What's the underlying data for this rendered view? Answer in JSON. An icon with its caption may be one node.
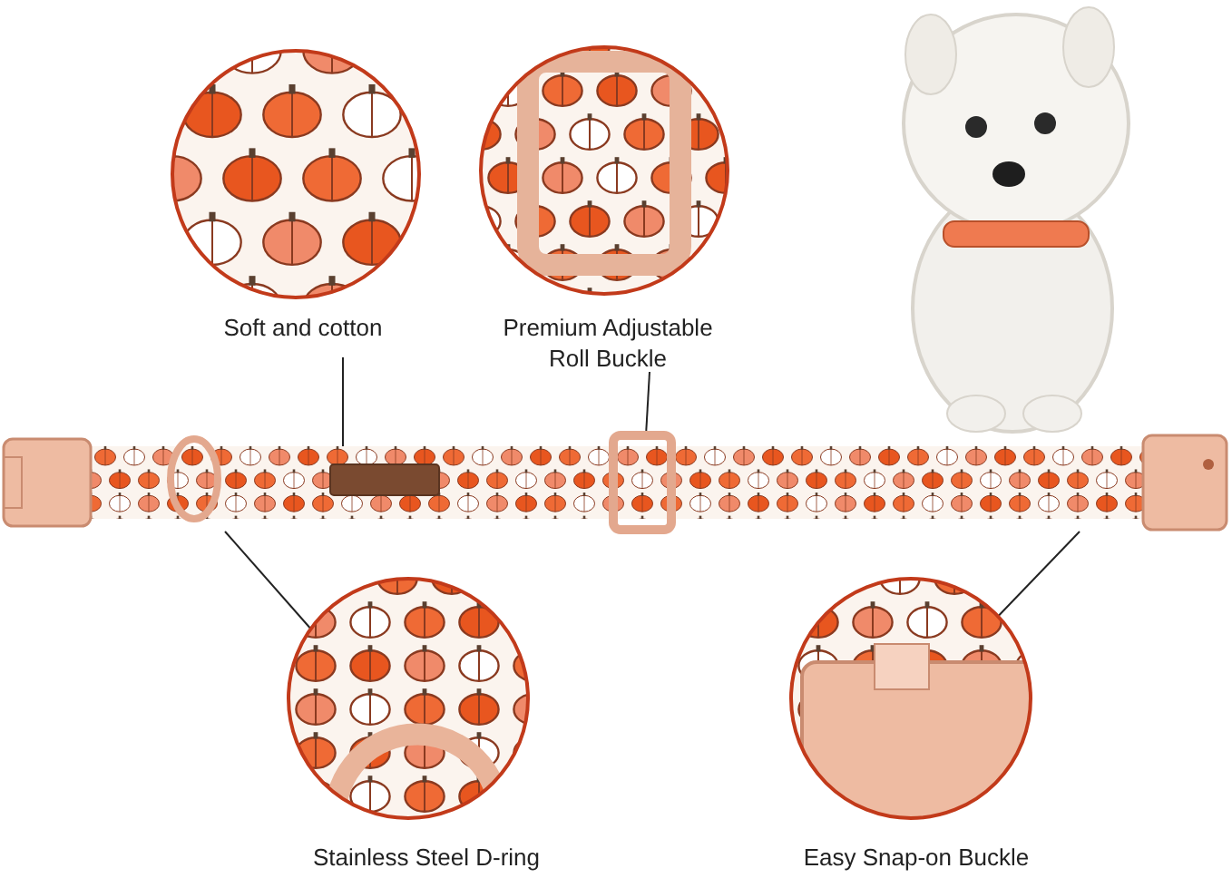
{
  "diagram": {
    "nodes": [
      {
        "text": [
          "Soft and cotton"
        ]
      },
      {
        "text": [
          "Premium Adjustable Roll Buckle"
        ]
      },
      {
        "text": [
          "Stainless Steel D-ring"
        ]
      },
      {
        "text": [
          "Easy Snap-on Buckle"
        ]
      },
      {
        "text": [],
        "shape": "picture"
      },
      {
        "text": [],
        "shape": "picture"
      }
    ],
    "edges": [
      {
        "from": 0,
        "to": 5,
        "arrow": "none"
      },
      {
        "from": 1,
        "to": 5,
        "arrow": "none"
      },
      {
        "from": 2,
        "to": 5,
        "arrow": "none"
      },
      {
        "from": 3,
        "to": 5,
        "arrow": "none"
      }
    ]
  }
}
